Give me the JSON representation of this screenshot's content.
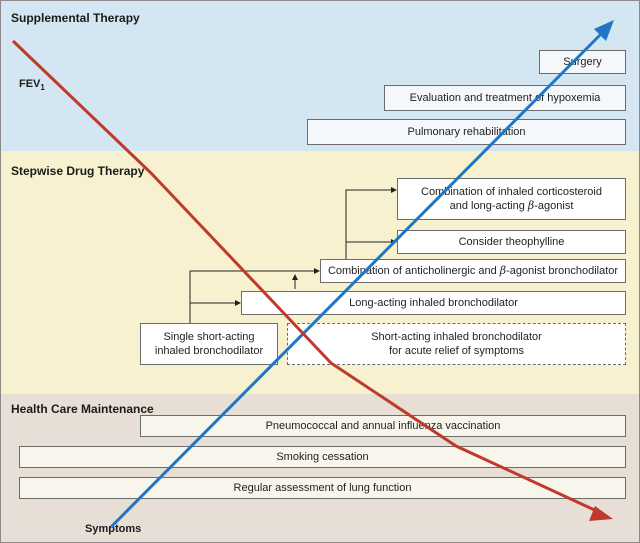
{
  "sections": {
    "supplemental": "Supplemental Therapy",
    "stepwise": "Stepwise Drug Therapy",
    "maintenance": "Health Care Maintenance"
  },
  "axes": {
    "fev": "FEV",
    "fev_sub": "1",
    "symptoms": "Symptoms"
  },
  "supplemental_boxes": {
    "surgery": "Surgery",
    "hypoxemia": "Evaluation and treatment of hypoxemia",
    "rehab": "Pulmonary rehabilitation"
  },
  "stepwise_boxes": {
    "combo_steroid_line1": "Combination of inhaled corticosteroid",
    "combo_steroid_line2_pre": "and long-acting ",
    "combo_steroid_beta": "β",
    "combo_steroid_line2_post": "-agonist",
    "theophylline": "Consider theophylline",
    "anticholinergic_pre": "Combination of anticholinergic and ",
    "anticholinergic_beta": "β",
    "anticholinergic_post": "-agonist bronchodilator",
    "long_acting": "Long-acting inhaled bronchodilator",
    "single_line1": "Single short-acting",
    "single_line2": "inhaled bronchodilator",
    "acute_line1": "Short-acting inhaled bronchodilator",
    "acute_line2": "for acute relief of symptoms"
  },
  "maintenance_boxes": {
    "vaccination": "Pneumococcal and annual influenza vaccination",
    "smoking": "Smoking cessation",
    "lung_function": "Regular assessment of lung function"
  },
  "colors": {
    "fev_line": "#c0392b",
    "symptoms_line": "#1f77c4",
    "connector": "#222222"
  }
}
